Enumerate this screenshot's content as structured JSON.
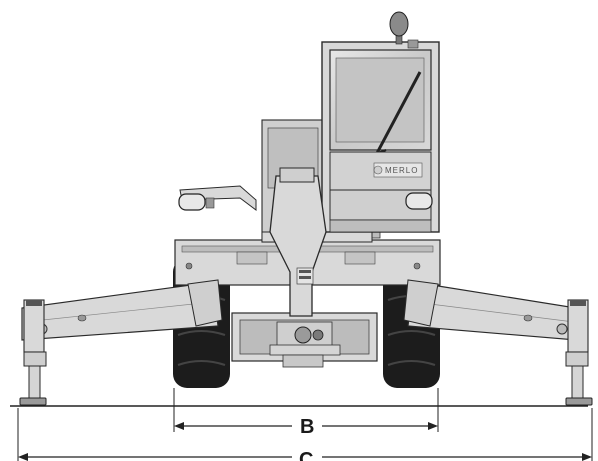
{
  "cab": {
    "brand_text": "MERLO"
  },
  "dimensions": {
    "b_label": "B",
    "c_label": "C"
  },
  "palette": {
    "body": "#d9d9d9",
    "body_dark": "#bdbdbd",
    "tire": "#1c1c1c",
    "outline": "#2a2a2a",
    "glass": "#cfcfcf"
  }
}
